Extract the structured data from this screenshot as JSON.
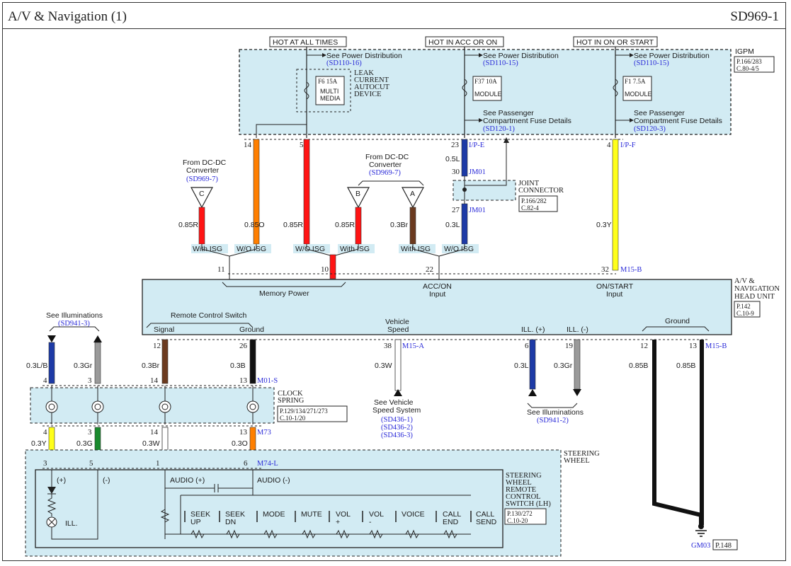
{
  "header": {
    "title": "A/V & Navigation (1)",
    "code": "SD969-1"
  },
  "power": {
    "hot_at_all_times": "HOT AT ALL TIMES",
    "hot_in_acc": "HOT IN ACC OR ON",
    "hot_in_on": "HOT IN ON OR START",
    "see_power_dist": "See Power Distribution",
    "ref_a": "(SD110-16)",
    "ref_b": "(SD110-15)",
    "ref_c": "(SD110-15)",
    "see_passenger": "See Passenger",
    "compartment": "Compartment Fuse Details",
    "ref_pass1": "(SD120-1)",
    "ref_pass2": "(SD120-3)"
  },
  "igpm": {
    "name": "IGPM",
    "page": "P.166/283",
    "conn": "C.80-4/5"
  },
  "fuses": {
    "f6": "F6 15A",
    "f6_1": "MULTI",
    "f6_2": "MEDIA",
    "f37": "F37 10A",
    "f37_sub": "MODULE",
    "f1": "F1 7.5A",
    "f1_sub": "MODULE"
  },
  "leak": {
    "l1": "LEAK",
    "l2": "CURRENT",
    "l3": "AUTOCUT",
    "l4": "DEVICE"
  },
  "joint": {
    "l1": "JOINT",
    "l2": "CONNECTOR",
    "page": "P.166/282",
    "conn": "C.82-4"
  },
  "dcdc": {
    "from": "From DC-DC",
    "conv": "Converter",
    "ref": "(SD969-7)",
    "c": "C",
    "b": "B",
    "a": "A"
  },
  "wires": {
    "w14": "0.85O",
    "w5": "0.85R",
    "w23": "0.5L",
    "w27": "0.3L",
    "w4": "0.3Y",
    "wc": "0.85R",
    "wb": "0.85R",
    "wa": "0.3Br",
    "w12": "0.3Br",
    "w26": "0.3B",
    "w38": "0.3W",
    "w6": "0.3L",
    "w19": "0.3Gr",
    "g12": "0.85B",
    "g13": "0.85B",
    "lb": "0.3L/B",
    "gr": "0.3Gr",
    "s_y": "0.3Y",
    "s_g": "0.3G",
    "s_w": "0.3W",
    "s_o": "0.3O"
  },
  "pins": {
    "p14": "14",
    "p5": "5",
    "p23": "23",
    "p30": "30",
    "p27": "27",
    "p4": "4",
    "p11": "11",
    "p10": "10",
    "p22": "22",
    "p32": "32",
    "p12": "12",
    "p26": "26",
    "p38": "38",
    "p6": "6",
    "p19": "19",
    "g12": "12",
    "g13": "13",
    "cs4": "4",
    "cs3": "3",
    "cs14": "14",
    "cs13": "13",
    "b4": "4",
    "b3": "3",
    "b14": "14",
    "b13": "13",
    "sw3": "3",
    "sw5": "5",
    "sw1": "1",
    "sw6": "6"
  },
  "conns": {
    "ipe": "I/P-E",
    "jm01a": "JM01",
    "jm01b": "JM01",
    "ipf": "I/P-F",
    "m15b": "M15-B",
    "m15a": "M15-A",
    "m15b2": "M15-B",
    "m01s": "M01-S",
    "m73": "M73",
    "m74l": "M74-L"
  },
  "isg": {
    "with": "With ISG",
    "without": "W/O ISG"
  },
  "headunit": {
    "l1": "A/V &",
    "l2": "NAVIGATION",
    "l3": "HEAD UNIT",
    "page": "P.142",
    "conn": "C.10-9",
    "mem": "Memory Power",
    "acc": "ACC/ON",
    "on": "ON/START",
    "input": "Input",
    "remote": "Remote Control Switch",
    "signal": "Signal",
    "ground": "Ground",
    "vs1": "Vehicle",
    "vs2": "Speed",
    "illp": "ILL. (+)",
    "illm": "ILL. (-)",
    "gnd": "Ground"
  },
  "illum": {
    "see": "See Illuminations",
    "ref": "(SD941-3)",
    "see2": "See Illuminations",
    "ref2": "(SD941-2)"
  },
  "vss": {
    "l1": "See Vehicle",
    "l2": "Speed System",
    "r1": "(SD436-1)",
    "r2": "(SD436-2)",
    "r3": "(SD436-3)"
  },
  "clock": {
    "l1": "CLOCK",
    "l2": "SPRING",
    "page": "P.129/134/271/273",
    "conn": "C.10-1/20"
  },
  "steer": {
    "l1": "STEERING",
    "l2": "WHEEL"
  },
  "swrc": {
    "l1": "STEERING",
    "l2": "WHEEL",
    "l3": "REMOTE",
    "l4": "CONTROL",
    "l5": "SWITCH (LH)",
    "page": "P.130/272",
    "conn": "C.10-20",
    "plus": "(+)",
    "minus": "(-)",
    "ill": "ILL.",
    "audiop": "AUDIO (+)",
    "audiom": "AUDIO (-)",
    "seek1": "SEEK",
    "up": "UP",
    "seek2": "SEEK",
    "dn": "DN",
    "mode": "MODE",
    "mute": "MUTE",
    "vol": "VOL",
    "volp": "+",
    "vol2": "VOL",
    "volm": "-",
    "voice": "VOICE",
    "call": "CALL",
    "end": "END",
    "call2": "CALL",
    "send": "SEND"
  },
  "ground_pt": {
    "name": "GM03",
    "page": "P.148"
  },
  "colors": {
    "panel": "#d2ebf3",
    "orange": "#ff7f00",
    "red": "#ff1414",
    "blue": "#1d3aa6",
    "yellow": "#ffff1a",
    "brown": "#6b3a1f",
    "green": "#1a8a2e",
    "gray": "#9a9a9a"
  }
}
